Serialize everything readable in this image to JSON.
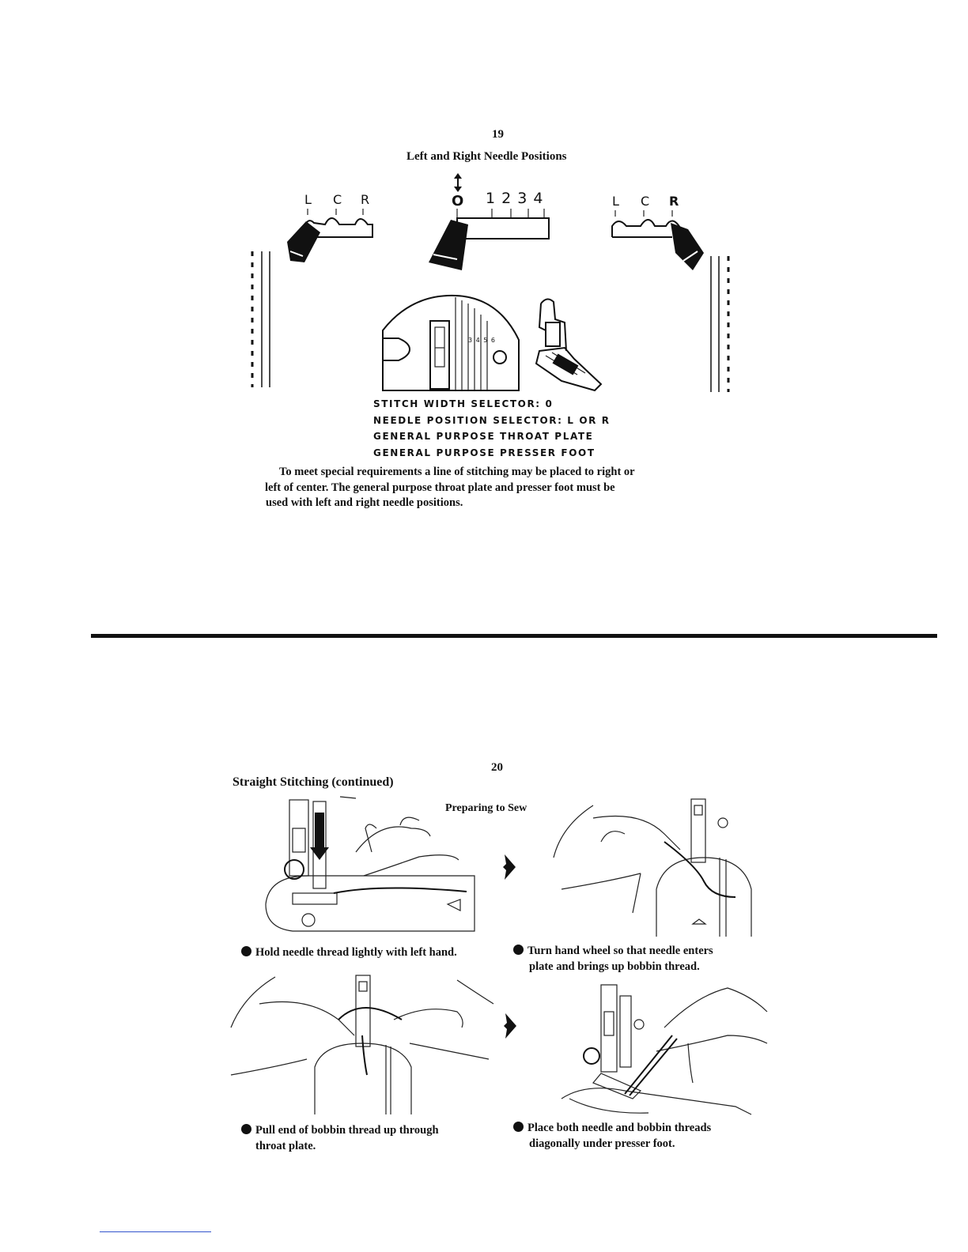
{
  "page19": {
    "page_number": "19",
    "title": "Left and Right Needle Positions",
    "left_dial_labels": [
      "L",
      "C",
      "R"
    ],
    "center_dial_zero": "O",
    "center_dial_numbers": "1 2 3 4",
    "right_dial_labels": [
      "L",
      "C",
      "R"
    ],
    "throat_plate_numbers": "3 4 5 6",
    "settings": [
      "STITCH WIDTH SELECTOR: 0",
      "NEEDLE POSITION SELECTOR: L OR R",
      "GENERAL PURPOSE THROAT PLATE",
      "GENERAL PURPOSE PRESSER FOOT"
    ],
    "paragraph_lines": [
      "To meet special requirements a line of stitching may be placed to right or",
      "left of center.  The general purpose throat plate and presser foot must be",
      "used with left and right needle positions."
    ]
  },
  "page20": {
    "page_number": "20",
    "section_title": "Straight Stitching (continued)",
    "subheading": "Preparing to Sew",
    "steps": [
      {
        "lines": [
          "Hold needle thread lightly with left hand."
        ]
      },
      {
        "lines": [
          "Turn hand wheel so that needle enters",
          "plate and brings up bobbin thread."
        ]
      },
      {
        "lines": [
          "Pull end of bobbin thread up through",
          "throat plate."
        ]
      },
      {
        "lines": [
          "Place both needle and bobbin threads",
          "diagonally under presser foot."
        ]
      }
    ]
  },
  "colors": {
    "ink": "#111111",
    "paper": "#ffffff",
    "rule": "#111111",
    "footer_link": "#3355cc"
  }
}
